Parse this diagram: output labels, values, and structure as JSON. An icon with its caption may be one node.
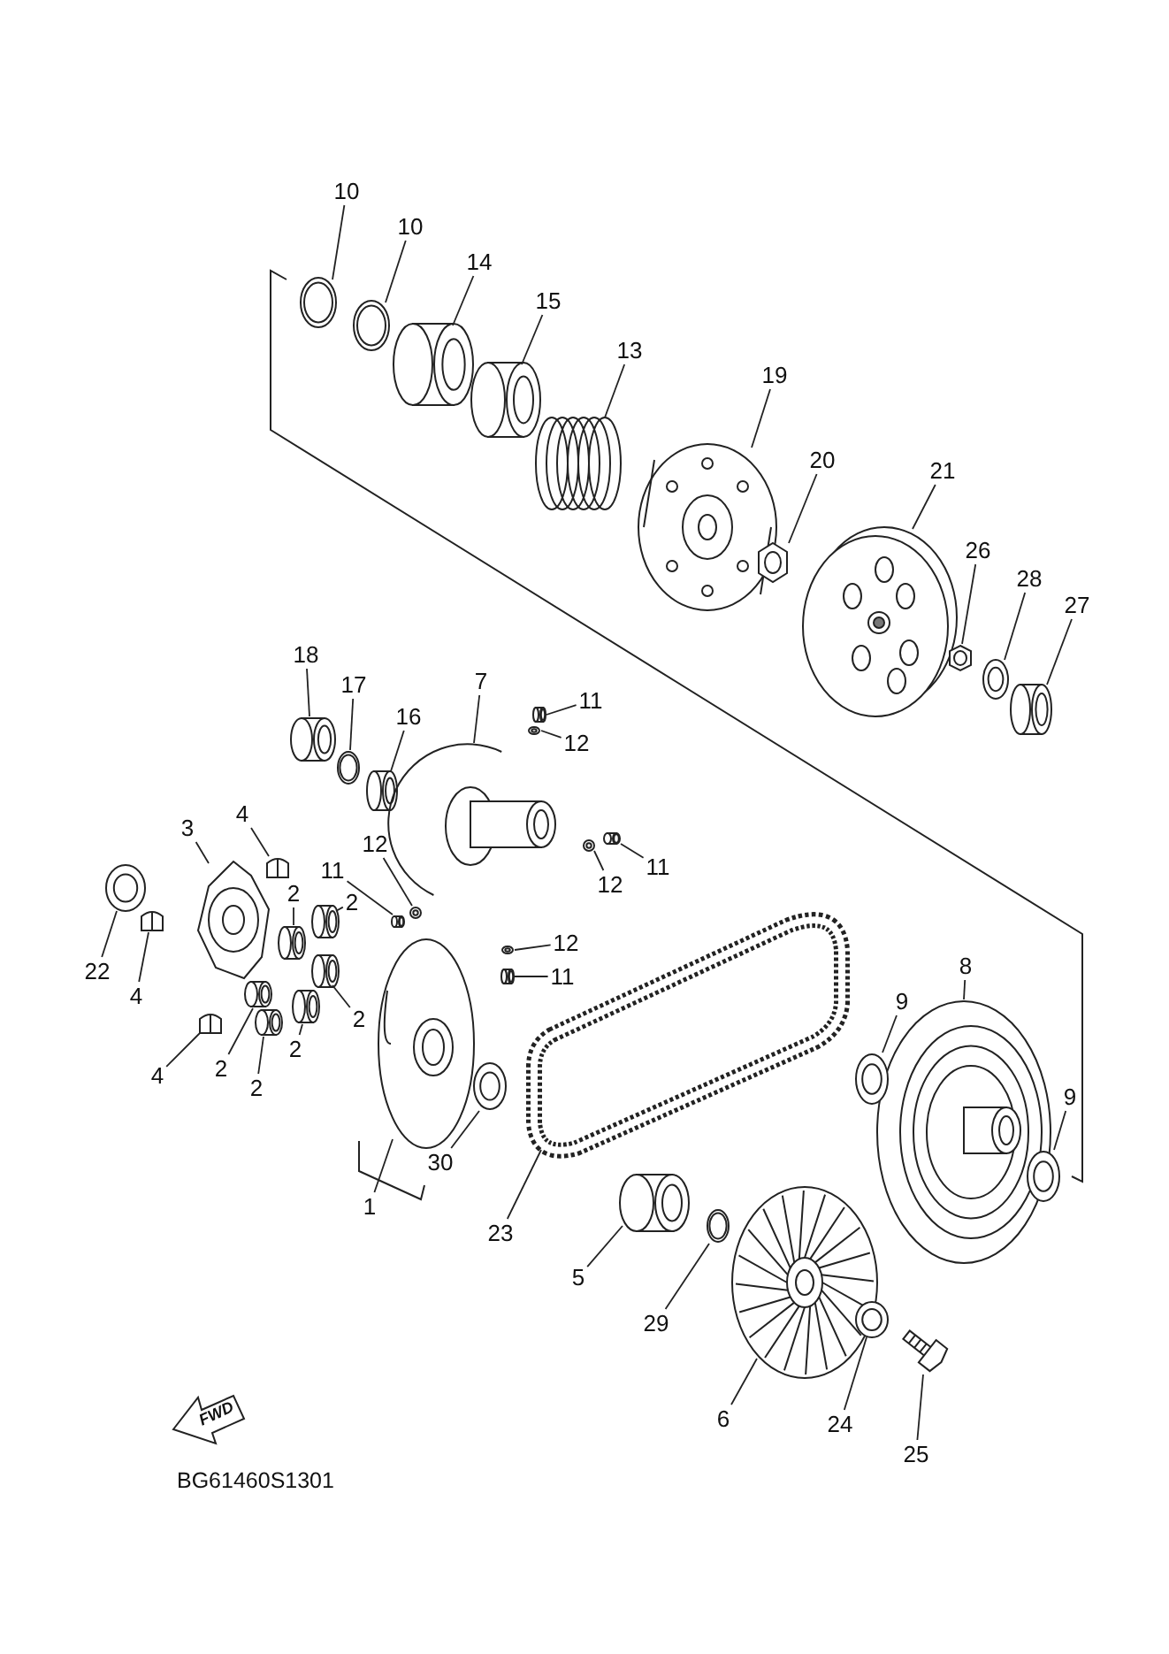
{
  "diagram": {
    "nodes": [
      {
        "text": [
          "10"
        ]
      },
      {
        "text": [
          "10"
        ]
      },
      {
        "text": [
          "14"
        ]
      },
      {
        "text": [
          "15"
        ]
      },
      {
        "text": [
          "13"
        ]
      },
      {
        "text": [
          "19"
        ]
      },
      {
        "text": [
          "20"
        ]
      },
      {
        "text": [
          "21"
        ]
      },
      {
        "text": [
          "26"
        ]
      },
      {
        "text": [
          "28"
        ]
      },
      {
        "text": [
          "27"
        ]
      },
      {
        "text": [
          "18"
        ]
      },
      {
        "text": [
          "17"
        ]
      },
      {
        "text": [
          "16"
        ]
      },
      {
        "text": [
          "7"
        ]
      },
      {
        "text": [
          "11"
        ]
      },
      {
        "text": [
          "12"
        ]
      },
      {
        "text": [
          "11"
        ]
      },
      {
        "text": [
          "12"
        ]
      },
      {
        "text": [
          "11"
        ]
      },
      {
        "text": [
          "12"
        ]
      },
      {
        "text": [
          "12"
        ]
      },
      {
        "text": [
          "11"
        ]
      },
      {
        "text": [
          "3"
        ]
      },
      {
        "text": [
          "4"
        ]
      },
      {
        "text": [
          "22"
        ]
      },
      {
        "text": [
          "4"
        ]
      },
      {
        "text": [
          "2"
        ]
      },
      {
        "text": [
          "2"
        ]
      },
      {
        "text": [
          "2"
        ]
      },
      {
        "text": [
          "2"
        ]
      },
      {
        "text": [
          "2"
        ]
      },
      {
        "text": [
          "2"
        ]
      },
      {
        "text": [
          "4"
        ]
      },
      {
        "text": [
          "8"
        ]
      },
      {
        "text": [
          "9"
        ]
      },
      {
        "text": [
          "9"
        ]
      },
      {
        "text": [
          "30"
        ]
      },
      {
        "text": [
          "1"
        ]
      },
      {
        "text": [
          "23"
        ]
      },
      {
        "text": [
          "5"
        ]
      },
      {
        "text": [
          "29"
        ]
      },
      {
        "text": [
          "6"
        ]
      },
      {
        "text": [
          "24"
        ]
      },
      {
        "text": [
          "25"
        ]
      },
      {
        "text": [],
        "shape": "circle"
      },
      {
        "text": [],
        "shape": "circle"
      },
      {
        "text": [],
        "shape": "cylinder"
      },
      {
        "text": [],
        "shape": "cylinder"
      },
      {
        "text": [],
        "shape": "picture"
      },
      {
        "text": [],
        "shape": "picture"
      },
      {
        "text": [],
        "shape": "picture"
      },
      {
        "text": [],
        "shape": "picture"
      },
      {
        "text": [],
        "shape": "picture"
      },
      {
        "text": [],
        "shape": "circle"
      },
      {
        "text": [],
        "shape": "cylinder"
      },
      {
        "text": [],
        "shape": "cylinder"
      },
      {
        "text": [],
        "shape": "circle"
      },
      {
        "text": [],
        "shape": "cylinder"
      },
      {
        "text": [],
        "shape": "picture"
      },
      {
        "text": [],
        "shape": "cylinder"
      },
      {
        "text": [],
        "shape": "circle"
      },
      {
        "text": [],
        "shape": "cylinder"
      },
      {
        "text": [],
        "shape": "circle"
      },
      {
        "text": [],
        "shape": "cylinder"
      },
      {
        "text": [],
        "shape": "circle"
      },
      {
        "text": [],
        "shape": "circle"
      },
      {
        "text": [],
        "shape": "cylinder"
      },
      {
        "text": [],
        "shape": "picture"
      },
      {
        "text": [],
        "shape": "picture"
      },
      {
        "text": [],
        "shape": "circle"
      },
      {
        "text": [],
        "shape": "picture"
      },
      {
        "text": [],
        "shape": "cylinder"
      },
      {
        "text": [],
        "shape": "cylinder"
      },
      {
        "text": [],
        "shape": "cylinder"
      },
      {
        "text": [],
        "shape": "cylinder"
      },
      {
        "text": [],
        "shape": "cylinder"
      },
      {
        "text": [],
        "shape": "cylinder"
      },
      {
        "text": [],
        "shape": "picture"
      },
      {
        "text": [],
        "shape": "picture"
      },
      {
        "text": [],
        "shape": "circle"
      },
      {
        "text": [],
        "shape": "circle"
      },
      {
        "text": [],
        "shape": "circle"
      },
      {
        "text": [],
        "shape": "picture"
      },
      {
        "text": [],
        "shape": "picture"
      },
      {
        "text": [],
        "shape": "cylinder"
      },
      {
        "text": [],
        "shape": "circle"
      },
      {
        "text": [],
        "shape": "picture"
      },
      {
        "text": [],
        "shape": "circle"
      },
      {
        "text": [],
        "shape": "picture"
      }
    ],
    "edges": [
      {
        "from": 0,
        "to": 45,
        "arrow": "none"
      },
      {
        "from": 1,
        "to": 46,
        "arrow": "none"
      },
      {
        "from": 2,
        "to": 47,
        "arrow": "none"
      },
      {
        "from": 3,
        "to": 48,
        "arrow": "none"
      },
      {
        "from": 4,
        "to": 49,
        "arrow": "none"
      },
      {
        "from": 5,
        "to": 50,
        "arrow": "none"
      },
      {
        "from": 6,
        "to": 51,
        "arrow": "none"
      },
      {
        "from": 7,
        "to": 52,
        "arrow": "none"
      },
      {
        "from": 8,
        "to": 53,
        "arrow": "none"
      },
      {
        "from": 9,
        "to": 54,
        "arrow": "none"
      },
      {
        "from": 10,
        "to": 55,
        "arrow": "none"
      },
      {
        "from": 11,
        "to": 56,
        "arrow": "none"
      },
      {
        "from": 12,
        "to": 57,
        "arrow": "none"
      },
      {
        "from": 13,
        "to": 58,
        "arrow": "none"
      },
      {
        "from": 14,
        "to": 59,
        "arrow": "none"
      },
      {
        "from": 15,
        "to": 60,
        "arrow": "none"
      },
      {
        "from": 16,
        "to": 61,
        "arrow": "none"
      },
      {
        "from": 17,
        "to": 62,
        "arrow": "none"
      },
      {
        "from": 18,
        "to": 63,
        "arrow": "none"
      },
      {
        "from": 19,
        "to": 64,
        "arrow": "none"
      },
      {
        "from": 20,
        "to": 65,
        "arrow": "none"
      },
      {
        "from": 21,
        "to": 66,
        "arrow": "none"
      },
      {
        "from": 22,
        "to": 67,
        "arrow": "none"
      },
      {
        "from": 23,
        "to": 68,
        "arrow": "none"
      },
      {
        "from": 24,
        "to": 69,
        "arrow": "none"
      },
      {
        "from": 25,
        "to": 70,
        "arrow": "none"
      },
      {
        "from": 26,
        "to": 71,
        "arrow": "none"
      },
      {
        "from": 27,
        "to": 72,
        "arrow": "none"
      },
      {
        "from": 28,
        "to": 73,
        "arrow": "none"
      },
      {
        "from": 29,
        "to": 74,
        "arrow": "none"
      },
      {
        "from": 30,
        "to": 75,
        "arrow": "none"
      },
      {
        "from": 31,
        "to": 76,
        "arrow": "none"
      },
      {
        "from": 32,
        "to": 77,
        "arrow": "none"
      },
      {
        "from": 33,
        "to": 78,
        "arrow": "none"
      },
      {
        "from": 34,
        "to": 79,
        "arrow": "none"
      },
      {
        "from": 35,
        "to": 80,
        "arrow": "none"
      },
      {
        "from": 36,
        "to": 81,
        "arrow": "none"
      },
      {
        "from": 37,
        "to": 82,
        "arrow": "none"
      },
      {
        "from": 38,
        "to": 83,
        "arrow": "none"
      },
      {
        "from": 39,
        "to": 84,
        "arrow": "none"
      },
      {
        "from": 40,
        "to": 85,
        "arrow": "none"
      },
      {
        "from": 41,
        "to": 86,
        "arrow": "none"
      },
      {
        "from": 42,
        "to": 87,
        "arrow": "none"
      },
      {
        "from": 43,
        "to": 88,
        "arrow": "none"
      },
      {
        "from": 44,
        "to": 89,
        "arrow": "none"
      }
    ],
    "labels": [
      "FWD",
      "BG61460S1301"
    ]
  }
}
